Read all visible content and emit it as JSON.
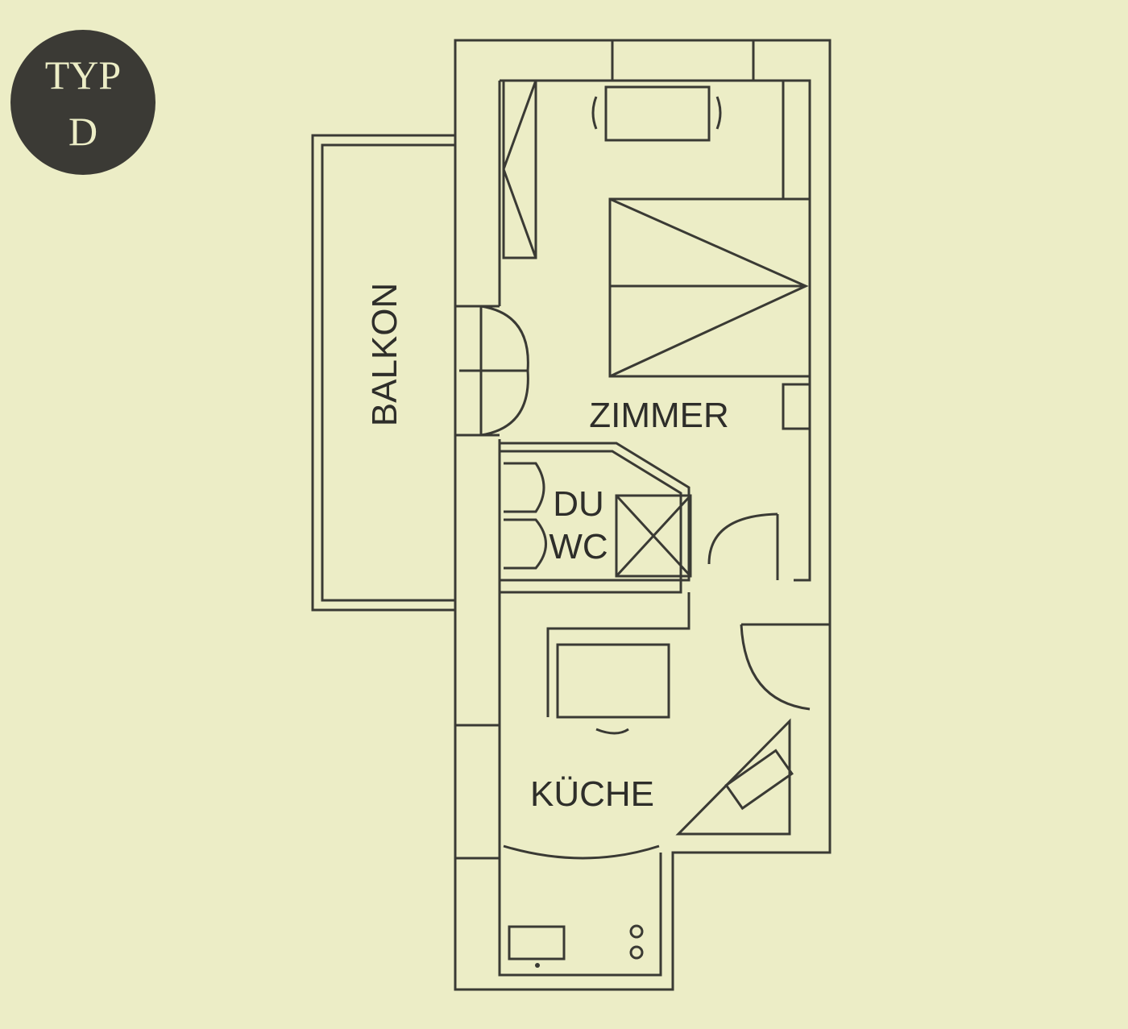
{
  "badge": {
    "line1": "TYP",
    "line2": "D"
  },
  "rooms": {
    "balkon": "BALKON",
    "zimmer": "ZIMMER",
    "du": "DU",
    "wc": "WC",
    "kueche": "KÜCHE"
  },
  "colors": {
    "background": "#ecedc6",
    "lines": "#3a3a34",
    "badge": "#3b3a35"
  }
}
